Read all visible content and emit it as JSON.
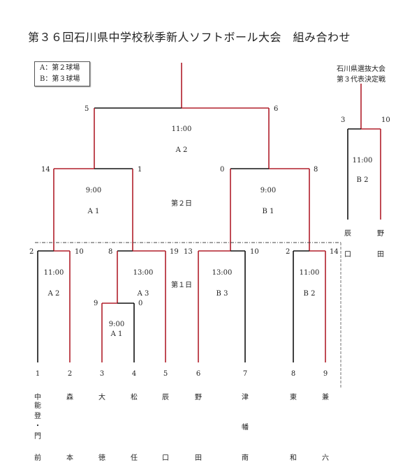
{
  "title": "第３６回石川県中学校秋季新人ソフトボール大会　組み合わせ",
  "legend": {
    "a": "A：第２球場",
    "b": "B：第３球場"
  },
  "side_bracket": {
    "title_line1": "石川県選抜大会",
    "title_line2": "第３代表決定戦",
    "score_left": "3",
    "score_right": "10",
    "time": "11:00",
    "field": "B 2",
    "left_team": [
      "辰",
      "口"
    ],
    "right_team": [
      "野",
      "田"
    ]
  },
  "day_labels": {
    "day2": "第２日",
    "day1": "第１日"
  },
  "final": {
    "score_left": "5",
    "score_right": "6",
    "time": "11:00",
    "field": "A 2"
  },
  "semis": [
    {
      "score_left": "14",
      "score_right": "1",
      "time": "9:00",
      "field": "A 1"
    },
    {
      "score_left": "0",
      "score_right": "8",
      "time": "9:00",
      "field": "B 1"
    }
  ],
  "round1": [
    {
      "score_left": "2",
      "score_right": "10",
      "time": "11:00",
      "field": "A 2"
    },
    {
      "score_left": "8",
      "score_right": "19",
      "time": "13:00",
      "field": "A 3"
    },
    {
      "score_left": "9",
      "score_right": "0",
      "time": "9:00",
      "field": "A 1"
    },
    {
      "score_left": "13",
      "score_right": "10",
      "time": "13:00",
      "field": "B 3"
    },
    {
      "score_left": "2",
      "score_right": "14",
      "time": "11:00",
      "field": "B 2"
    }
  ],
  "teams": [
    {
      "seed": "1",
      "top": "中",
      "mid": "能\n登\n・\n門",
      "bottom": "前"
    },
    {
      "seed": "2",
      "top": "森",
      "mid": "",
      "bottom": "本"
    },
    {
      "seed": "3",
      "top": "大",
      "mid": "",
      "bottom": "徳"
    },
    {
      "seed": "4",
      "top": "松",
      "mid": "",
      "bottom": "任"
    },
    {
      "seed": "5",
      "top": "辰",
      "mid": "",
      "bottom": "口"
    },
    {
      "seed": "6",
      "top": "野",
      "mid": "",
      "bottom": "田"
    },
    {
      "seed": "7",
      "top": "津",
      "mid": "幡",
      "bottom": "南"
    },
    {
      "seed": "8",
      "top": "東",
      "mid": "",
      "bottom": "和"
    },
    {
      "seed": "9",
      "top": "兼",
      "mid": "",
      "bottom": "六"
    }
  ],
  "colors": {
    "winner_line": "#b01e2a",
    "loser_line": "#111111",
    "dash_line": "#444444"
  }
}
